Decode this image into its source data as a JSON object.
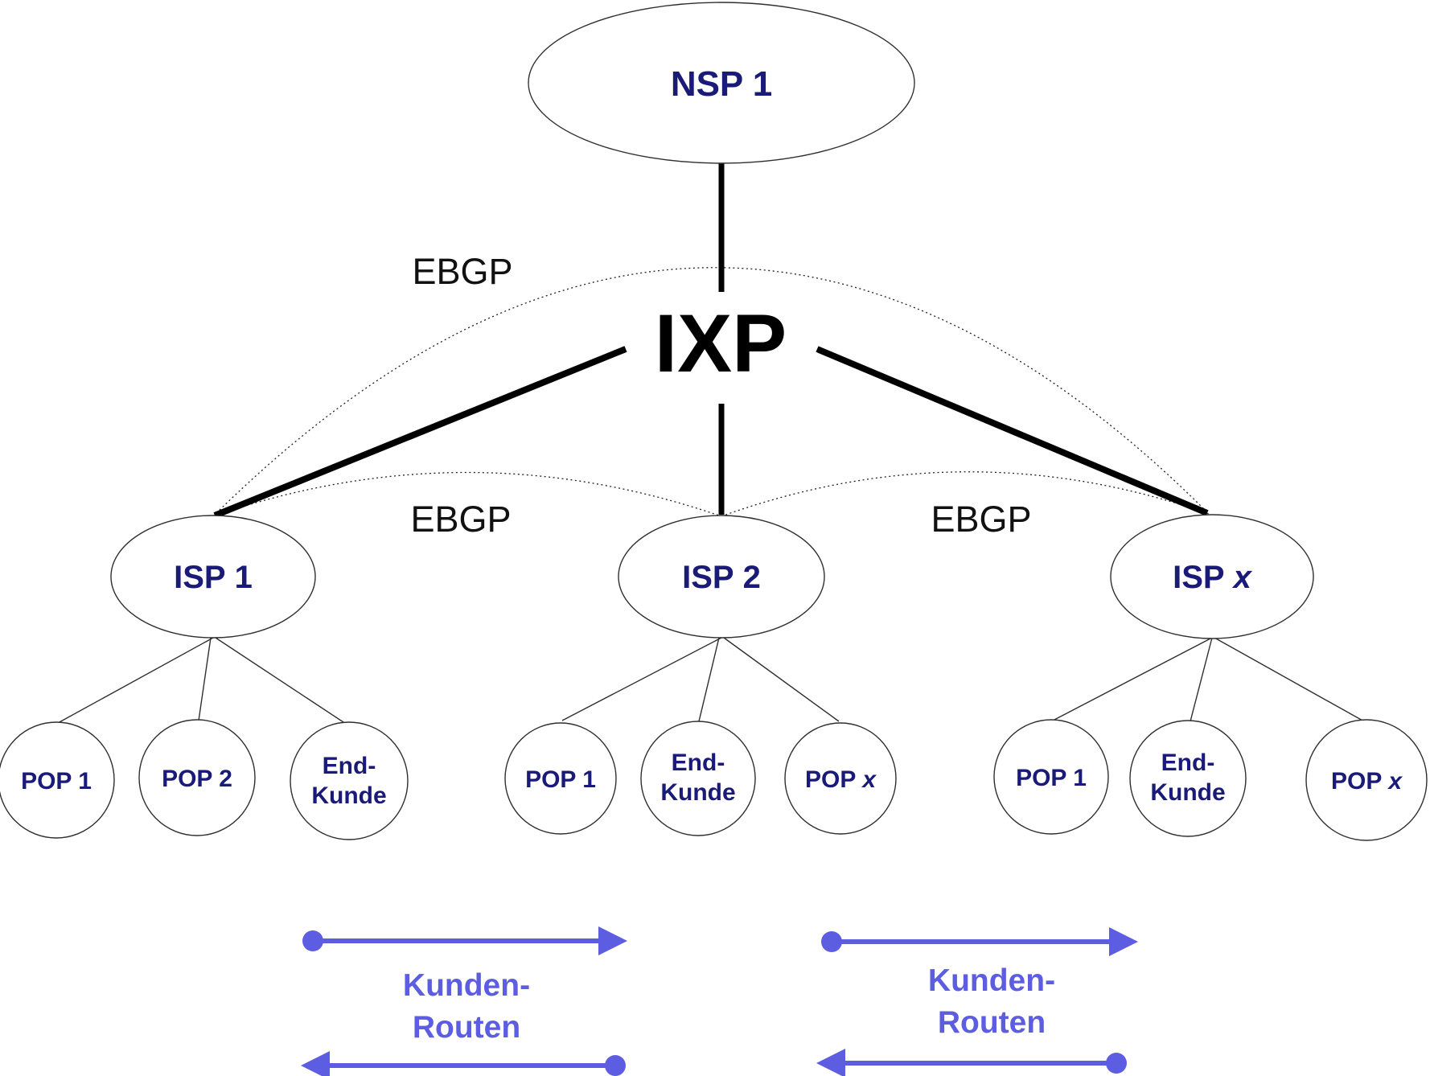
{
  "colors": {
    "accent": "#5d5de2",
    "node_text": "#1a1a78",
    "line": "#000000",
    "outline": "#2f2f2f"
  },
  "nodes": {
    "nsp1": "NSP 1",
    "ixp": "IXP",
    "isp1": {
      "prefix": "ISP",
      "num": "1"
    },
    "isp2": {
      "prefix": "ISP",
      "num": "2"
    },
    "ispx": {
      "prefix": "ISP",
      "num": "x"
    }
  },
  "ebgp": {
    "top": "EBGP",
    "left": "EBGP",
    "right": "EBGP"
  },
  "groups": {
    "left": {
      "pop1": "POP 1",
      "pop2": "POP 2",
      "end_line1": "End-",
      "end_line2": "Kunde"
    },
    "middle": {
      "pop1": "POP 1",
      "end_line1": "End-",
      "end_line2": "Kunde",
      "popx_prefix": "POP",
      "popx_num": "x"
    },
    "right": {
      "pop1": "POP 1",
      "end_line1": "End-",
      "end_line2": "Kunde",
      "popx_prefix": "POP",
      "popx_num": "x"
    }
  },
  "legend": {
    "left": {
      "line1": "Kunden-",
      "line2": "Routen"
    },
    "right": {
      "line1": "Kunden-",
      "line2": "Routen"
    }
  }
}
